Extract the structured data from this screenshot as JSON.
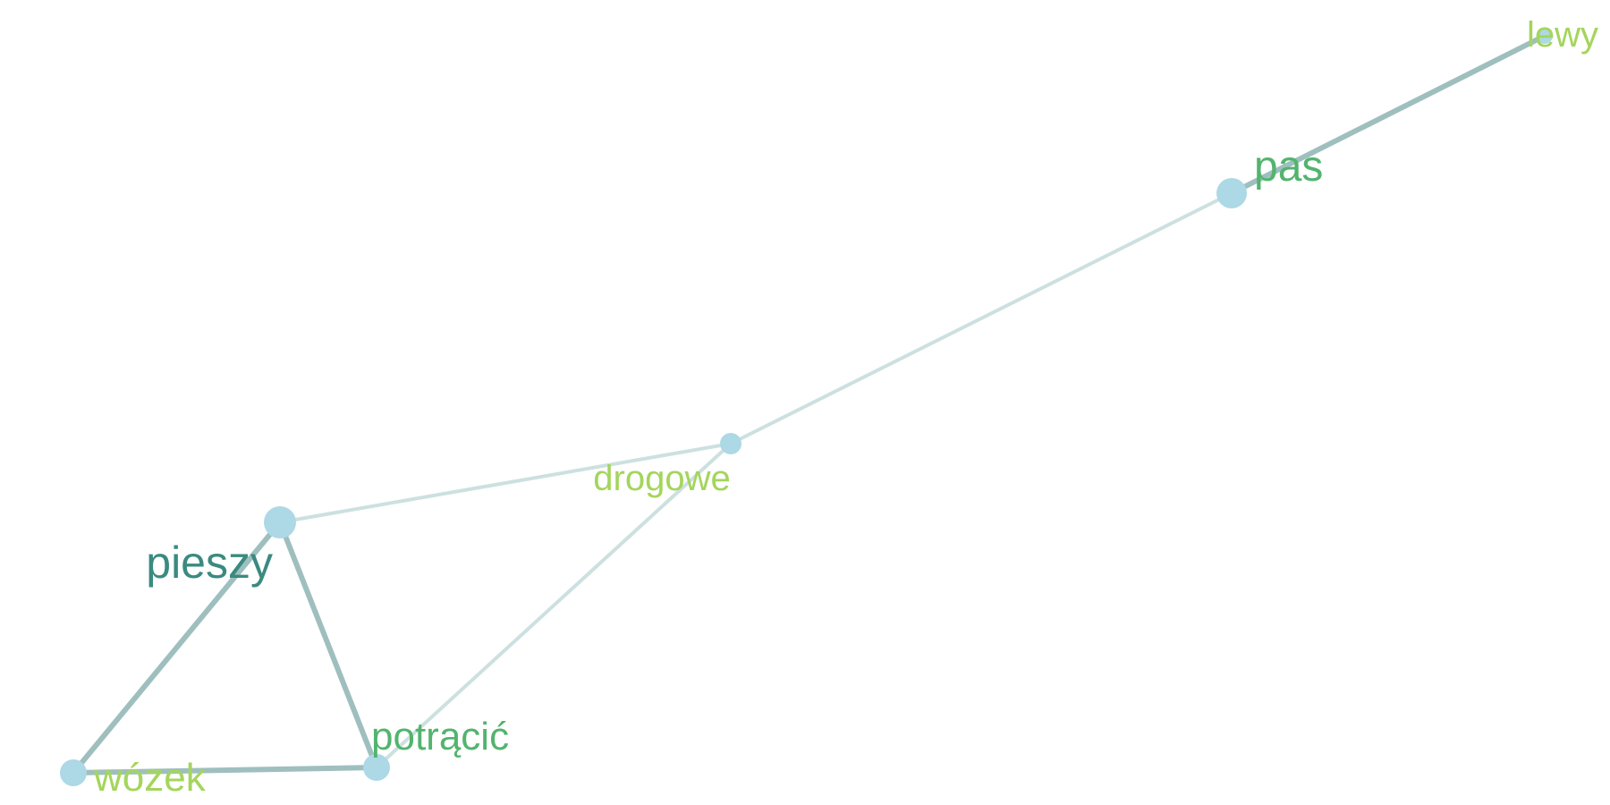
{
  "palette": {
    "node_fill": "#add8e6",
    "edge_strong": "#9fbfbf",
    "edge_weak": "#cde0e0",
    "label_dark_teal": "#3a8a80",
    "label_green": "#52b46e",
    "label_lime": "#a4d55c"
  },
  "graph": {
    "nodes": [
      {
        "id": "lewy",
        "label": "lewy",
        "label_color": "#a4d55c",
        "size": "tiny"
      },
      {
        "id": "pas",
        "label": "pas",
        "label_color": "#52b46e",
        "size": "large"
      },
      {
        "id": "drogowe",
        "label": "drogowe",
        "label_color": "#a4d55c",
        "size": "small"
      },
      {
        "id": "pieszy",
        "label": "pieszy",
        "label_color": "#3a8a80",
        "size": "large"
      },
      {
        "id": "potracic",
        "label": "potrącić",
        "label_color": "#52b46e",
        "size": "medium"
      },
      {
        "id": "wozek",
        "label": "wózek",
        "label_color": "#a4d55c",
        "size": "medium"
      }
    ],
    "edges": [
      {
        "source": "pas",
        "target": "lewy",
        "strength": "strong"
      },
      {
        "source": "pas",
        "target": "drogowe",
        "strength": "weak"
      },
      {
        "source": "drogowe",
        "target": "pieszy",
        "strength": "weak"
      },
      {
        "source": "drogowe",
        "target": "potracic",
        "strength": "weak"
      },
      {
        "source": "pieszy",
        "target": "potracic",
        "strength": "strong"
      },
      {
        "source": "pieszy",
        "target": "wozek",
        "strength": "strong"
      },
      {
        "source": "wozek",
        "target": "potracic",
        "strength": "strong"
      }
    ]
  }
}
